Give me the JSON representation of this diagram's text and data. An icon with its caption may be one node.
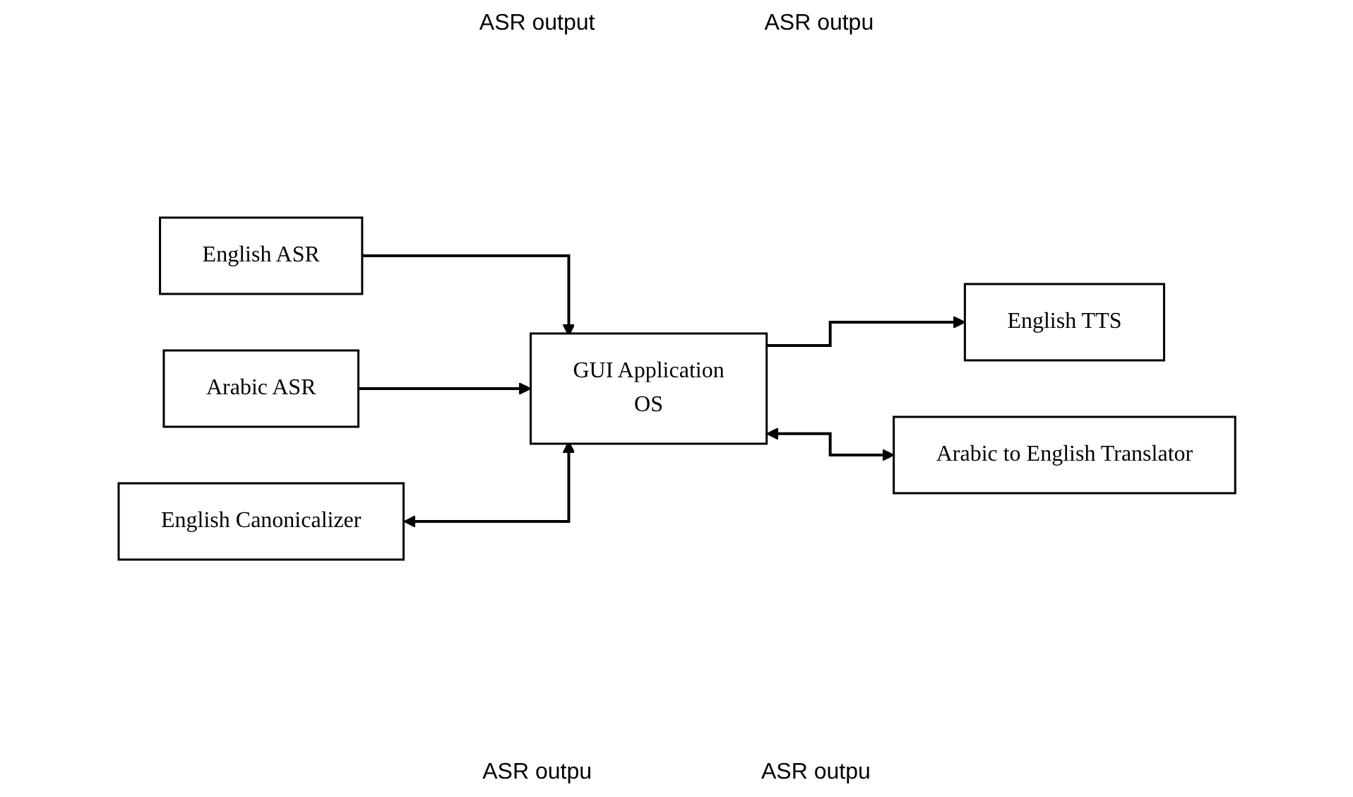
{
  "diagram": {
    "nodes": [
      {
        "text": [
          "English ASR"
        ]
      },
      {
        "text": [
          "Arabic ASR"
        ]
      },
      {
        "text": [
          "GUI Application",
          "OS"
        ]
      },
      {
        "text": [
          "English TTS"
        ]
      },
      {
        "text": [
          "English Canonicalizer"
        ]
      },
      {
        "text": [
          "Arabic to English Translator"
        ]
      }
    ],
    "edges": [
      {
        "from": 0,
        "to": 2,
        "arrow": "to"
      },
      {
        "from": 1,
        "to": 2,
        "arrow": "to"
      },
      {
        "from": 2,
        "to": 3,
        "arrow": "to"
      },
      {
        "from": 4,
        "to": 2,
        "arrow": "both"
      },
      {
        "from": 2,
        "to": 5,
        "arrow": "both"
      }
    ],
    "labels": [
      "ASR output",
      "ASR outpu",
      "ASR outpu",
      "ASR outpu"
    ]
  }
}
